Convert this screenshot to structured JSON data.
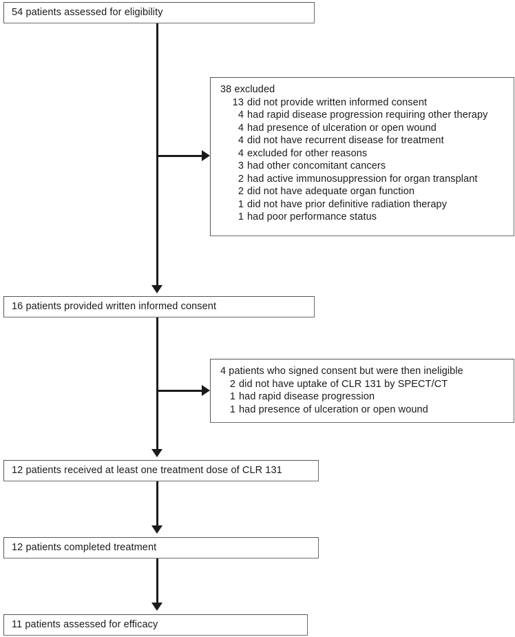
{
  "diagram": {
    "title": "CONSORT patient flow diagram",
    "type": "flowchart",
    "line_color": "#1a1a1a",
    "box_border_color": "#555555",
    "background": "#ffffff"
  },
  "nodes": [
    {
      "id": "assessed",
      "label": "54 patients assessed for eligibility"
    },
    {
      "id": "consented",
      "label": "16 patients provided written informed consent"
    },
    {
      "id": "treated",
      "label": "12 patients received at least one treatment dose of CLR 131"
    },
    {
      "id": "completed",
      "label": "12 patients completed treatment"
    },
    {
      "id": "efficacy",
      "label": "11 patients assessed for efficacy"
    }
  ],
  "exclusions": [
    {
      "id": "excluded-38",
      "heading": "38 excluded",
      "items": [
        {
          "count": "13",
          "reason": "did not provide written informed consent"
        },
        {
          "count": "4",
          "reason": "had rapid disease progression requiring other therapy"
        },
        {
          "count": "4",
          "reason": "had presence of ulceration or open wound"
        },
        {
          "count": "4",
          "reason": "did not have recurrent disease for treatment"
        },
        {
          "count": "4",
          "reason": "excluded for other reasons"
        },
        {
          "count": "3",
          "reason": "had other concomitant cancers"
        },
        {
          "count": "2",
          "reason": "had active immunosuppression for organ transplant"
        },
        {
          "count": "2",
          "reason": "did not have adequate organ function"
        },
        {
          "count": "1",
          "reason": "did not have prior definitive radiation therapy"
        },
        {
          "count": "1",
          "reason": "had poor performance status"
        }
      ]
    },
    {
      "id": "ineligible-4",
      "heading": "4 patients who signed consent but were then ineligible",
      "items": [
        {
          "count": "2",
          "reason": "did not have uptake of CLR 131 by SPECT/CT"
        },
        {
          "count": "1",
          "reason": "had rapid disease progression"
        },
        {
          "count": "1",
          "reason": "had presence of ulceration or open wound"
        }
      ]
    }
  ],
  "connectors": [
    {
      "id": "trunk-1",
      "kind": "vertical-arrow",
      "from": "assessed",
      "to": "consented"
    },
    {
      "id": "branch-1",
      "kind": "horizontal-arrow",
      "from": "trunk-1",
      "to": "excluded-38"
    },
    {
      "id": "trunk-2",
      "kind": "vertical-arrow",
      "from": "consented",
      "to": "treated"
    },
    {
      "id": "branch-2",
      "kind": "horizontal-arrow",
      "from": "trunk-2",
      "to": "ineligible-4"
    },
    {
      "id": "trunk-3",
      "kind": "vertical-arrow",
      "from": "treated",
      "to": "completed"
    },
    {
      "id": "trunk-4",
      "kind": "vertical-arrow",
      "from": "completed",
      "to": "efficacy"
    }
  ]
}
